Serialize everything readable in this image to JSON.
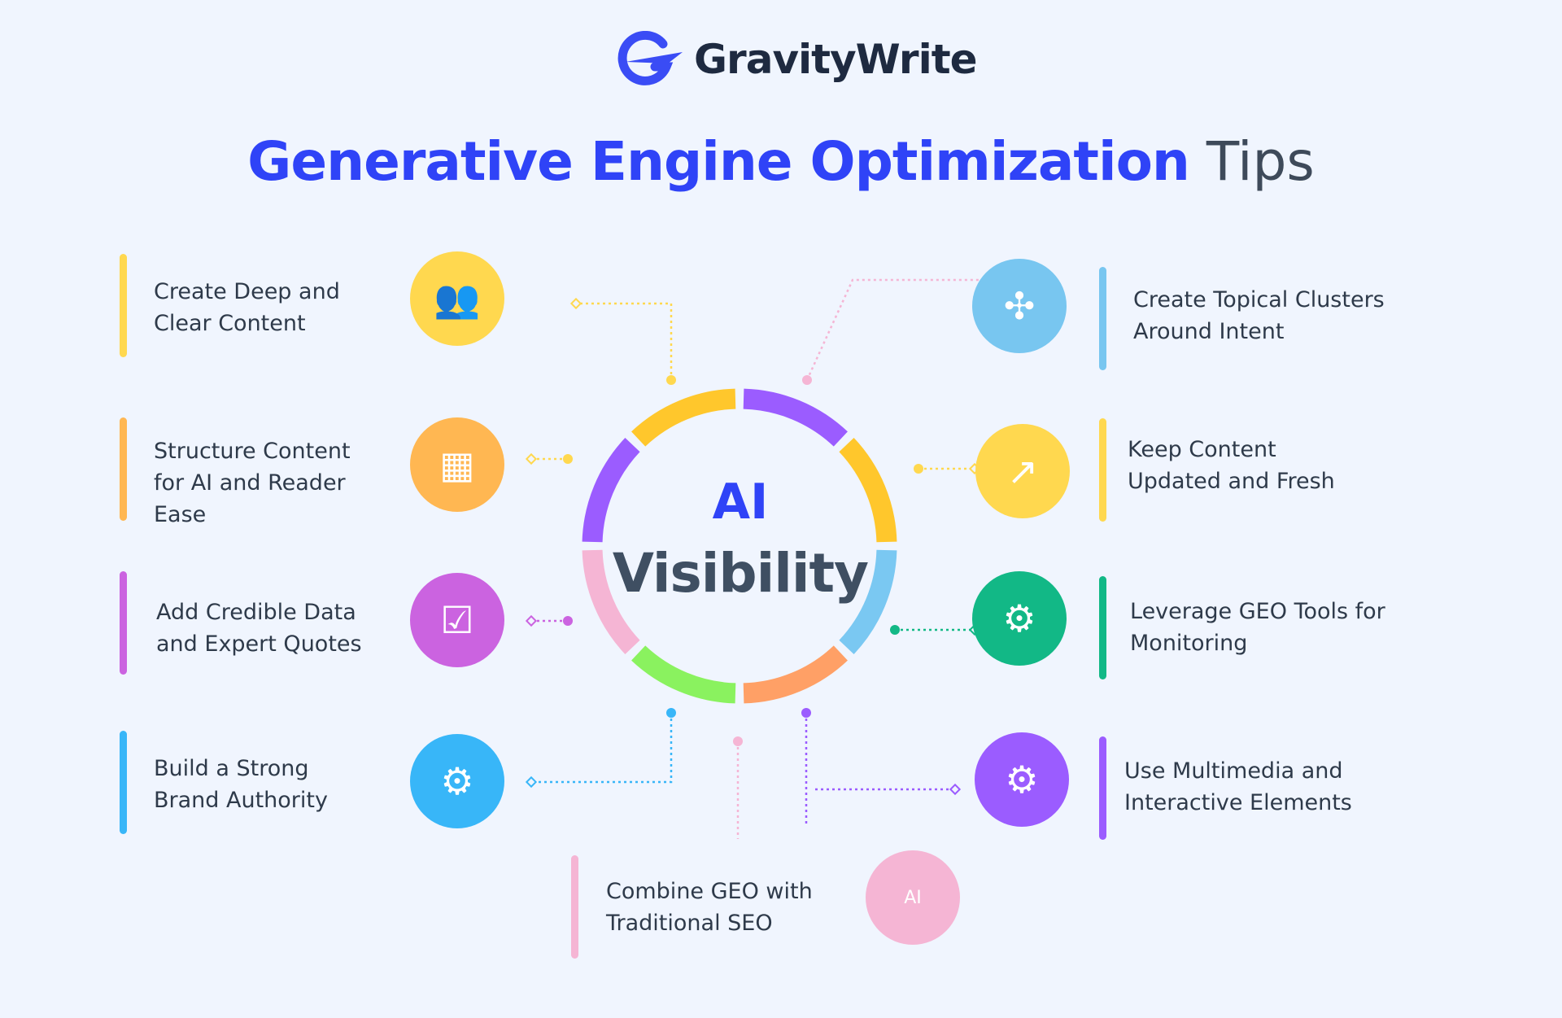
{
  "logo": {
    "text": "GravityWrite",
    "color": "#2F43F7"
  },
  "title": {
    "bold": "Generative Engine Optimization",
    "rest": " Tips"
  },
  "center": {
    "line1": "AI",
    "line2": "Visibility"
  },
  "ring_colors": [
    "#9B5CFF",
    "#FFC72C",
    "#7AC8F2",
    "#FFA066",
    "#8AF25F",
    "#F5B5D4",
    "#9B5CFF",
    "#FFC72C"
  ],
  "tips": [
    {
      "label": "Create Deep and Clear Content",
      "lines": [
        "Create Deep and",
        "Clear Content"
      ],
      "color": "#FFD84F",
      "icon": "team-icon"
    },
    {
      "label": "Structure Content for AI and Reader Ease",
      "lines": [
        "Structure Content",
        "for AI and Reader",
        "Ease"
      ],
      "color": "#FFB752",
      "icon": "calendar-icon"
    },
    {
      "label": "Add Credible Data and Expert Quotes",
      "lines": [
        "Add Credible Data",
        "and Expert Quotes"
      ],
      "color": "#CB63E0",
      "icon": "document-checklist-icon"
    },
    {
      "label": "Build a Strong Brand Authority",
      "lines": [
        "Build a Strong",
        "Brand Authority"
      ],
      "color": "#38B6F8",
      "icon": "network-icon"
    },
    {
      "label": "Create Topical Clusters Around Intent",
      "lines": [
        "Create Topical Clusters",
        "Around Intent"
      ],
      "color": "#78C6F0",
      "icon": "cluster-icon"
    },
    {
      "label": "Keep Content Updated and Fresh",
      "lines": [
        "Keep Content",
        "Updated and Fresh"
      ],
      "color": "#FFD84F",
      "icon": "growth-chart-icon"
    },
    {
      "label": "Leverage GEO Tools for Monitoring",
      "lines": [
        "Leverage GEO Tools for",
        "Monitoring"
      ],
      "color": "#12B886",
      "icon": "gear-hierarchy-icon"
    },
    {
      "label": "Use Multimedia and Interactive Elements",
      "lines": [
        "Use Multimedia and",
        "Interactive Elements"
      ],
      "color": "#9B5CFF",
      "icon": "gear-hierarchy-icon"
    },
    {
      "label": "Combine GEO with Traditional SEO",
      "lines": [
        "Combine GEO with",
        "Traditional SEO"
      ],
      "color": "#F5B5D4",
      "icon": "ai-chip-icon"
    }
  ]
}
